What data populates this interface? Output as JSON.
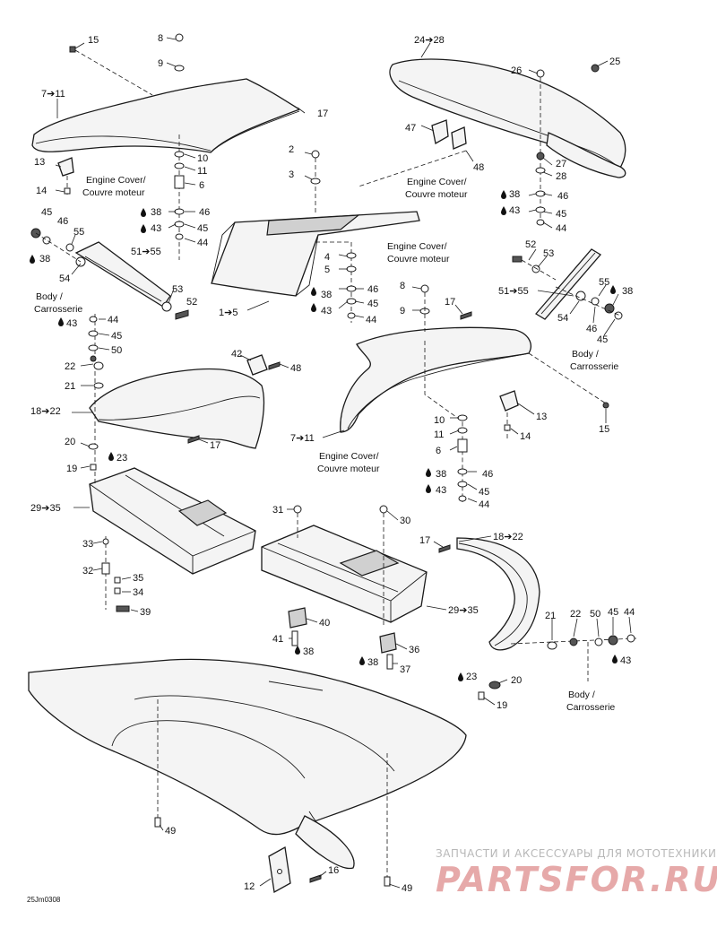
{
  "labels": {
    "l15a": "15",
    "l8a": "8",
    "l9a": "9",
    "l2428": "24➔28",
    "l26": "26",
    "l25": "25",
    "l711a": "7➔11",
    "l17a": "17",
    "l47": "47",
    "l48a": "48",
    "l10a": "10",
    "l11a": "11",
    "l6a": "6",
    "l38a": "38",
    "l46a": "46",
    "l45a": "45",
    "l43a": "43",
    "l44a": "44",
    "l5155a": "51➔55",
    "l13a": "13",
    "l14a": "14",
    "l45b": "45",
    "l46b": "46",
    "l38b": "38",
    "l55a": "55",
    "l54a": "54",
    "l53a": "53",
    "l52a": "52",
    "l2": "2",
    "l3": "3",
    "l15": "1➔5",
    "l4": "4",
    "l5": "5",
    "l38c": "38",
    "l46c": "46",
    "l45c": "45",
    "l43c": "43",
    "l44c": "44",
    "l27": "27",
    "l28": "28",
    "l38d": "38",
    "l46d": "46",
    "l43d": "43",
    "l45d": "45",
    "l44d": "44",
    "l52b": "52",
    "l53b": "53",
    "l5155b": "51➔55",
    "l55b": "55",
    "l38e": "38",
    "l54b": "54",
    "l46e": "46",
    "l45e": "45",
    "l8b": "8",
    "l9b": "9",
    "l17b": "17",
    "l43e": "43",
    "l44e": "44",
    "l45f": "45",
    "l50a": "50",
    "l22a": "22",
    "l21a": "21",
    "l1822a": "18➔22",
    "l20a": "20",
    "l19a": "19",
    "l23a": "23",
    "l42": "42",
    "l48b": "48",
    "l17c": "17",
    "l711b": "7➔11",
    "l10b": "10",
    "l11b": "11",
    "l6b": "6",
    "l38f": "38",
    "l45g": "45",
    "l43f": "43",
    "l44f": "44",
    "l46f": "46",
    "l13b": "13",
    "l14b": "14",
    "l15b": "15",
    "l2935a": "29➔35",
    "l33": "33",
    "l32": "32",
    "l35": "35",
    "l34": "34",
    "l39": "39",
    "l31": "31",
    "l30": "30",
    "l2935b": "29➔35",
    "l40": "40",
    "l41": "41",
    "l38g": "38",
    "l36": "36",
    "l38h": "38",
    "l37": "37",
    "l17d": "17",
    "l1822b": "18➔22",
    "l21b": "21",
    "l22b": "22",
    "l50b": "50",
    "l45h": "45",
    "l44g": "44",
    "l43g": "43",
    "l23b": "23",
    "l20b": "20",
    "l19b": "19",
    "l49a": "49",
    "l12": "12",
    "l16": "16",
    "l49b": "49"
  },
  "callouts": {
    "engine_cover_1": "Engine Cover/",
    "couvre_moteur_1": "Couvre moteur",
    "engine_cover_2": "Engine Cover/",
    "couvre_moteur_2": "Couvre moteur",
    "engine_cover_3": "Engine Cover/",
    "couvre_moteur_3": "Couvre moteur",
    "engine_cover_4": "Engine Cover/",
    "couvre_moteur_4": "Couvre moteur",
    "body_1": "Body /",
    "carrosserie_1": "Carrosserie",
    "body_2": "Body /",
    "carrosserie_2": "Carrosserie",
    "body_3": "Body /",
    "carrosserie_3": "Carrosserie"
  },
  "drawing_code": "25Jm0308",
  "watermark": {
    "line1": "ЗАПЧАСТИ И АКСЕССУАРЫ ДЛЯ МОТОТЕХНИКИ",
    "line2": "PARTSFOR.RU"
  }
}
